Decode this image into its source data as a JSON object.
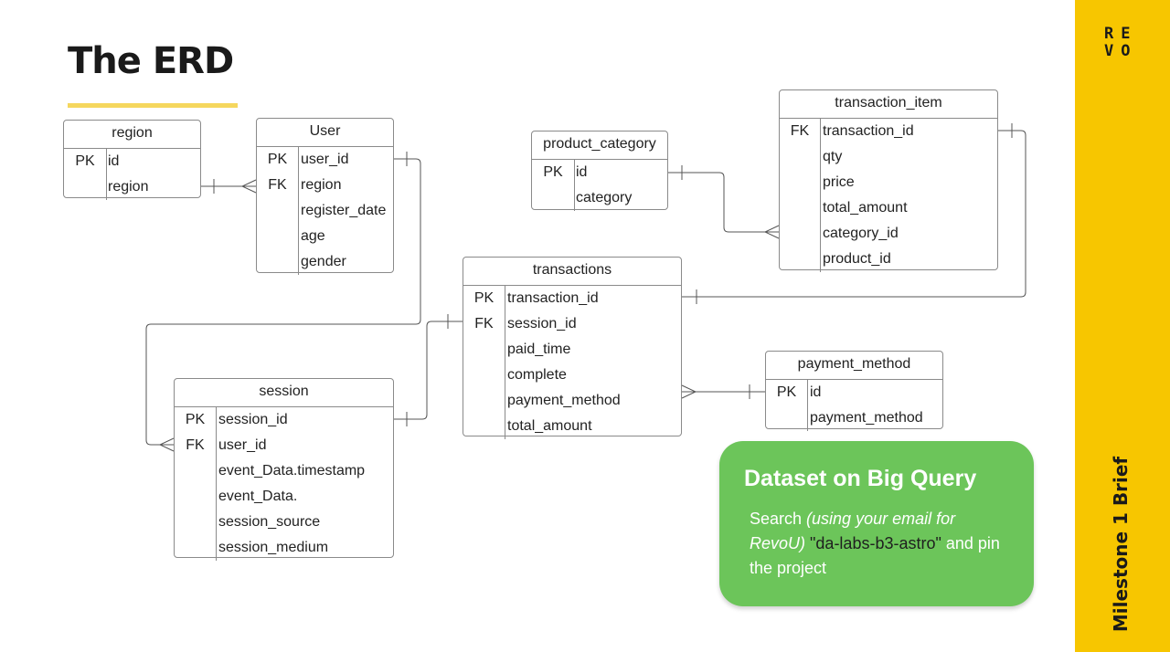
{
  "slide": {
    "title": "The ERD",
    "logo": [
      "R",
      "E",
      "V",
      "O"
    ],
    "sidebar_label": "Milestone 1 Brief",
    "colors": {
      "accent": "#f7c600",
      "callout": "#6cc55a",
      "underline": "#f5d75e"
    }
  },
  "entities": {
    "region": {
      "name": "region",
      "rows": [
        {
          "key": "PK",
          "field": "id"
        },
        {
          "key": "",
          "field": "region"
        }
      ]
    },
    "user": {
      "name": "User",
      "rows": [
        {
          "key": "PK",
          "field": "user_id"
        },
        {
          "key": "FK",
          "field": "region"
        },
        {
          "key": "",
          "field": "register_date"
        },
        {
          "key": "",
          "field": "age"
        },
        {
          "key": "",
          "field": "gender"
        }
      ]
    },
    "product_category": {
      "name": "product_category",
      "rows": [
        {
          "key": "PK",
          "field": "id"
        },
        {
          "key": "",
          "field": "category"
        }
      ]
    },
    "transaction_item": {
      "name": "transaction_item",
      "rows": [
        {
          "key": "FK",
          "field": "transaction_id"
        },
        {
          "key": "",
          "field": "qty"
        },
        {
          "key": "",
          "field": "price"
        },
        {
          "key": "",
          "field": "total_amount"
        },
        {
          "key": "",
          "field": "category_id"
        },
        {
          "key": "",
          "field": "product_id"
        }
      ]
    },
    "transactions": {
      "name": "transactions",
      "rows": [
        {
          "key": "PK",
          "field": "transaction_id"
        },
        {
          "key": "FK",
          "field": "session_id"
        },
        {
          "key": "",
          "field": "paid_time"
        },
        {
          "key": "",
          "field": "complete"
        },
        {
          "key": "",
          "field": "payment_method"
        },
        {
          "key": "",
          "field": "total_amount"
        }
      ]
    },
    "session": {
      "name": "session",
      "rows": [
        {
          "key": "PK",
          "field": "session_id"
        },
        {
          "key": "FK",
          "field": "user_id"
        },
        {
          "key": "",
          "field": "event_Data.timestamp"
        },
        {
          "key": "",
          "field": "event_Data."
        },
        {
          "key": "",
          "field": "session_source"
        },
        {
          "key": "",
          "field": "session_medium"
        }
      ]
    },
    "payment_method": {
      "name": "payment_method",
      "rows": [
        {
          "key": "PK",
          "field": "id"
        },
        {
          "key": "",
          "field": "payment_method"
        }
      ]
    }
  },
  "callout": {
    "heading": "Dataset on Big Query",
    "text_1": "Search ",
    "text_italic": "(using your email for RevoU)",
    "text_2": " ",
    "text_code": "\"da-labs-b3-astro\"",
    "text_3": " and pin the project"
  }
}
